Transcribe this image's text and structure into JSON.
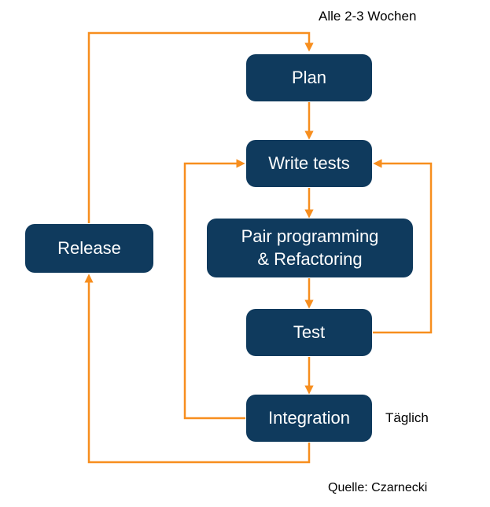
{
  "diagram": {
    "nodes": {
      "plan": {
        "label": "Plan"
      },
      "write_tests": {
        "label": "Write tests"
      },
      "pair_programming": {
        "label_line1": "Pair programming",
        "label_line2": "& Refactoring"
      },
      "test": {
        "label": "Test"
      },
      "integration": {
        "label": "Integration"
      },
      "release": {
        "label": "Release"
      }
    },
    "annotations": {
      "cycle": "Alle 2-3 Wochen",
      "daily": "Täglich",
      "source": "Quelle: Czarnecki"
    },
    "colors": {
      "node_fill": "#0f3a5d",
      "node_text": "#ffffff",
      "arrow": "#f78e1e",
      "background": "#ffffff",
      "annotation_text": "#000000"
    }
  }
}
